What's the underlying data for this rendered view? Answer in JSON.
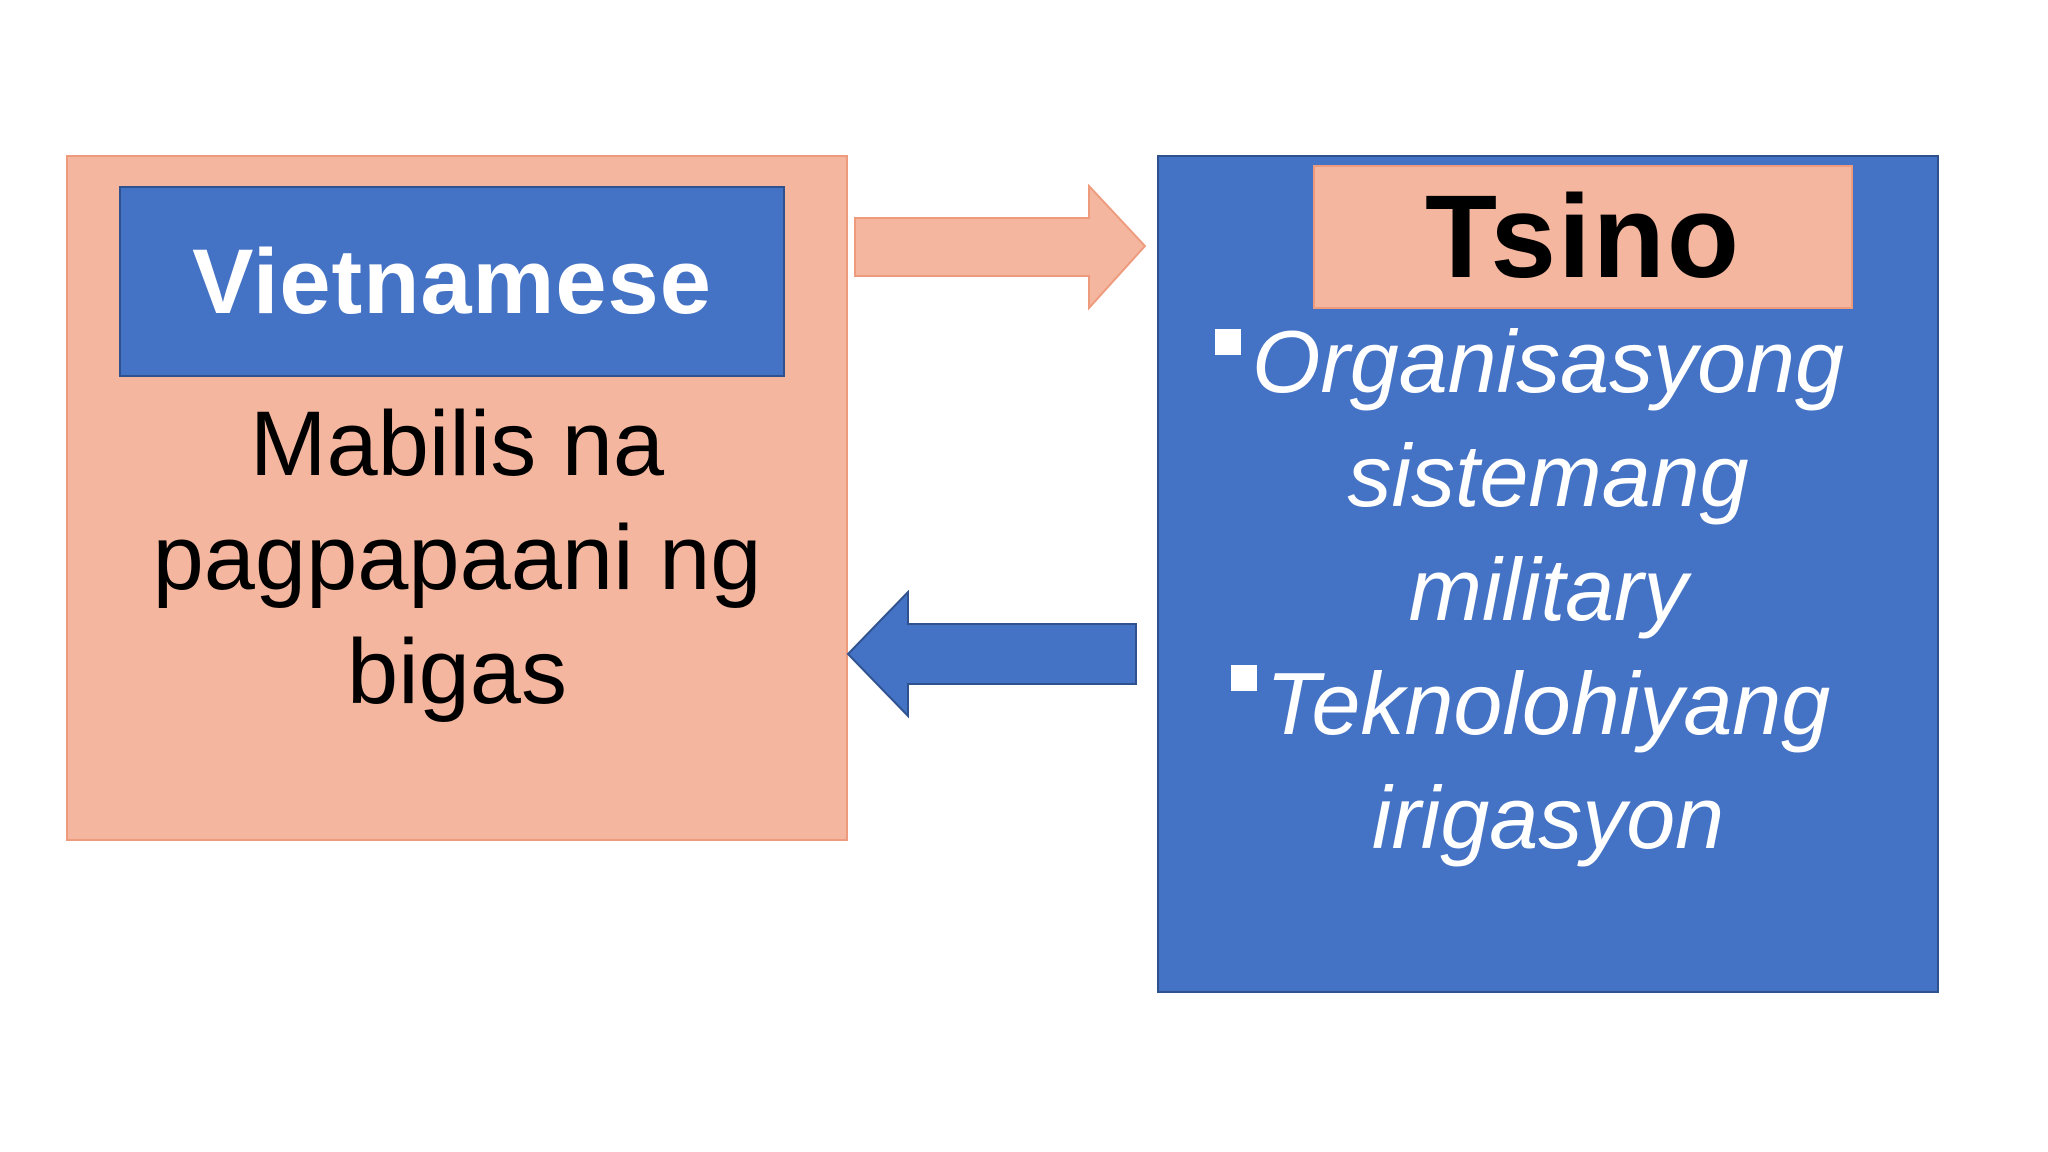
{
  "left": {
    "title": "Vietnamese",
    "body_lines": [
      "Mabilis na",
      "pagpapaani ng",
      "bigas"
    ]
  },
  "right": {
    "title": "Tsino",
    "bullets": [
      {
        "lines": [
          "Organisasyong",
          "sistemang",
          "military"
        ]
      },
      {
        "lines": [
          "Teknolohiyang",
          "irigasyon"
        ]
      }
    ]
  },
  "colors": {
    "salmon": "#F4B69E",
    "salmon_border": "#EE9A7C",
    "blue": "#4472C4",
    "blue_border": "#2F528F"
  }
}
